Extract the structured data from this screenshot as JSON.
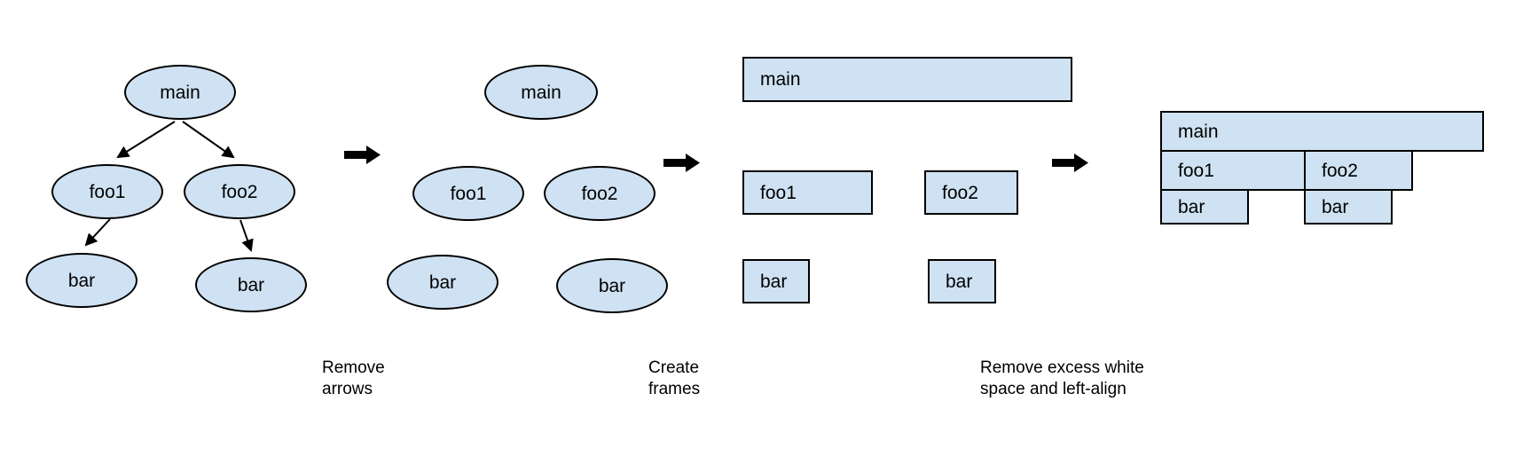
{
  "colors": {
    "shape_fill": "#cfe2f3",
    "shape_border": "#000000",
    "arrow": "#000000",
    "text": "#000000",
    "background": "#ffffff"
  },
  "icons": {
    "step_arrow": "right-arrow",
    "tree_edge": "arrowhead-line"
  },
  "stage1_tree": {
    "main": "main",
    "foo1": "foo1",
    "foo2": "foo2",
    "bar_left": "bar",
    "bar_right": "bar"
  },
  "stage2_no_arrows": {
    "main": "main",
    "foo1": "foo1",
    "foo2": "foo2",
    "bar_left": "bar",
    "bar_right": "bar"
  },
  "stage3_frames": {
    "main": "main",
    "foo1": "foo1",
    "foo2": "foo2",
    "bar_left": "bar",
    "bar_right": "bar"
  },
  "stage4_flame_graph": {
    "main": "main",
    "foo1": "foo1",
    "foo2": "foo2",
    "bar_left": "bar",
    "bar_right": "bar"
  },
  "captions": {
    "step1": "Remove\narrows",
    "step2": "Create\nframes",
    "step3": "Remove excess white\nspace and left-align"
  }
}
